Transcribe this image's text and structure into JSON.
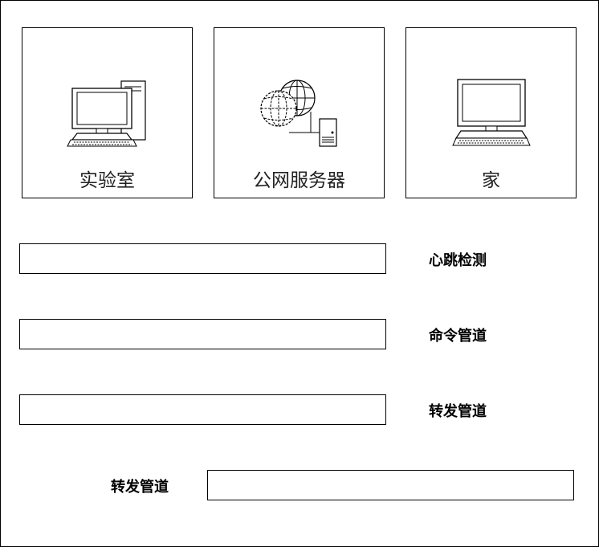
{
  "nodes": {
    "lab": {
      "label": "实验室",
      "icon": "desktop-computer-icon"
    },
    "server": {
      "label": "公网服务器",
      "icon": "internet-server-icon"
    },
    "home": {
      "label": "家",
      "icon": "computer-monitor-icon"
    }
  },
  "channels": {
    "heartbeat": {
      "label": "心跳检测"
    },
    "command": {
      "label": "命令管道"
    },
    "forward": {
      "label": "转发管道"
    },
    "forward_reverse": {
      "label": "转发管道"
    }
  },
  "colors": {
    "stroke": "#000000",
    "background": "#ffffff"
  }
}
